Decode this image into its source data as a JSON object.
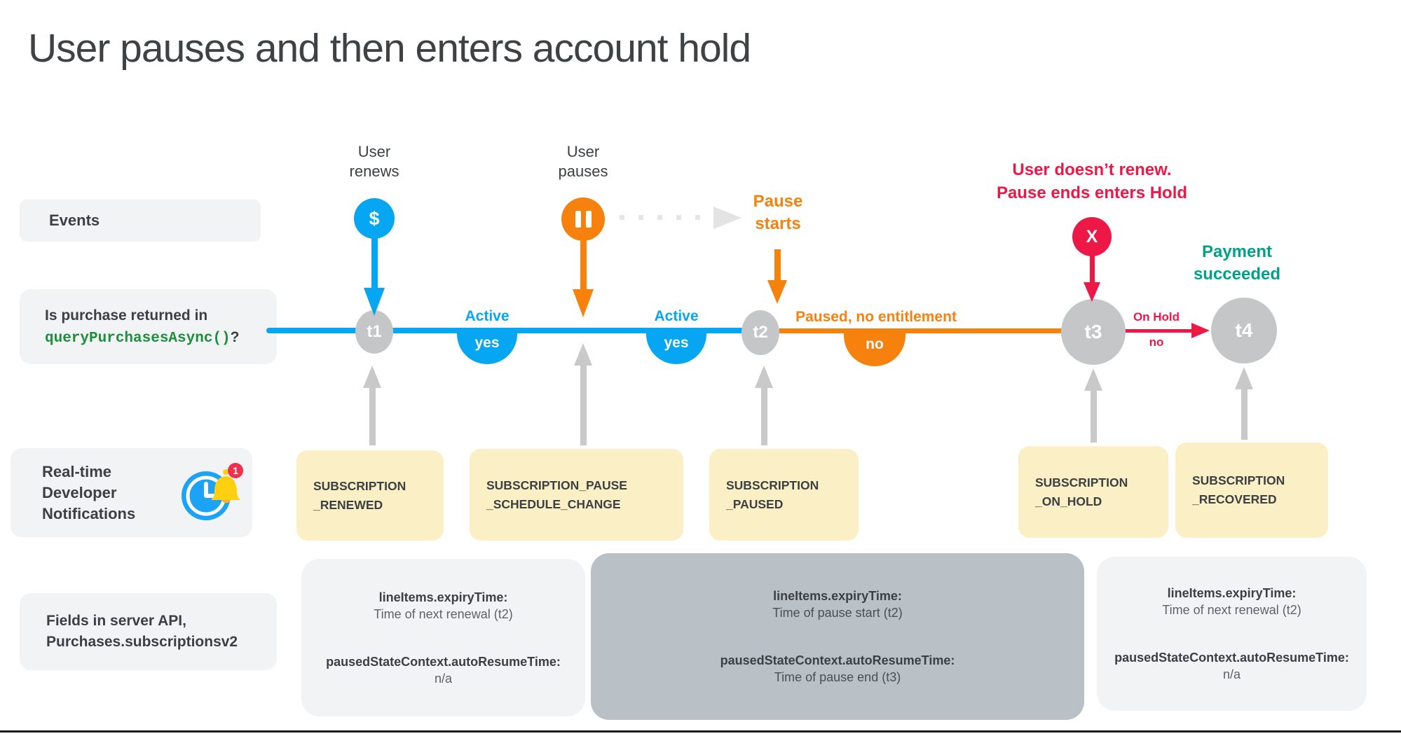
{
  "title": "User pauses and then enters account hold",
  "row_labels": {
    "events": "Events",
    "purchase_line1": "Is purchase returned in",
    "purchase_code": "queryPurchasesAsync()",
    "purchase_suffix": "?",
    "rtdn_line1": "Real-time",
    "rtdn_line2": "Developer",
    "rtdn_line3": "Notifications",
    "rtdn_badge": "1",
    "fields_line1": "Fields in server API,",
    "fields_line2": "Purchases.subscriptionsv2"
  },
  "events": {
    "renew": {
      "line1": "User",
      "line2": "renews",
      "icon": "$"
    },
    "pause": {
      "line1": "User",
      "line2": "pauses"
    },
    "pause_starts": {
      "line1": "Pause",
      "line2": "starts"
    },
    "hold": {
      "line1": "User doesn’t renew.",
      "line2": "Pause ends enters Hold",
      "icon": "X"
    },
    "payment": {
      "line1": "Payment",
      "line2": "succeeded"
    }
  },
  "timeline": {
    "nodes": [
      {
        "label": "t1"
      },
      {
        "label": "t2"
      },
      {
        "label": "t3"
      },
      {
        "label": "t4"
      }
    ],
    "states": [
      {
        "label": "Active",
        "value": "yes"
      },
      {
        "label": "Active",
        "value": "yes"
      },
      {
        "label": "Paused, no entitlement",
        "value": "no"
      },
      {
        "label": "On Hold",
        "value": "no"
      }
    ]
  },
  "notifications": [
    {
      "line1": "SUBSCRIPTION",
      "line2": "_RENEWED"
    },
    {
      "line1": "SUBSCRIPTION_PAUSE",
      "line2": "_SCHEDULE_CHANGE"
    },
    {
      "line1": "SUBSCRIPTION",
      "line2": "_PAUSED"
    },
    {
      "line1": "SUBSCRIPTION",
      "line2": "_ON_HOLD"
    },
    {
      "line1": "SUBSCRIPTION",
      "line2": "_RECOVERED"
    }
  ],
  "api_boxes": [
    {
      "field1": "lineItems.expiryTime:",
      "value1": "Time of next renewal (t2)",
      "field2": "pausedStateContext.autoResumeTime:",
      "value2": "n/a"
    },
    {
      "field1": "lineItems.expiryTime:",
      "value1": "Time of pause start (t2)",
      "field2": "pausedStateContext.autoResumeTime:",
      "value2": "Time of pause end (t3)"
    },
    {
      "field1": "lineItems.expiryTime:",
      "value1": "Time of next renewal (t2)",
      "field2": "pausedStateContext.autoResumeTime:",
      "value2": "n/a"
    }
  ],
  "colors": {
    "blue": "#06a6f2",
    "orange": "#f6820d",
    "red": "#ed1846",
    "teal": "#00a18a",
    "node_gray": "#c4c6c8",
    "yellow": "#faefc5",
    "light_gray_box": "#f1f3f4",
    "dark_gray_box": "#b9c0c6",
    "text_dark": "#3c4043",
    "code_green": "#1e8e3e"
  }
}
